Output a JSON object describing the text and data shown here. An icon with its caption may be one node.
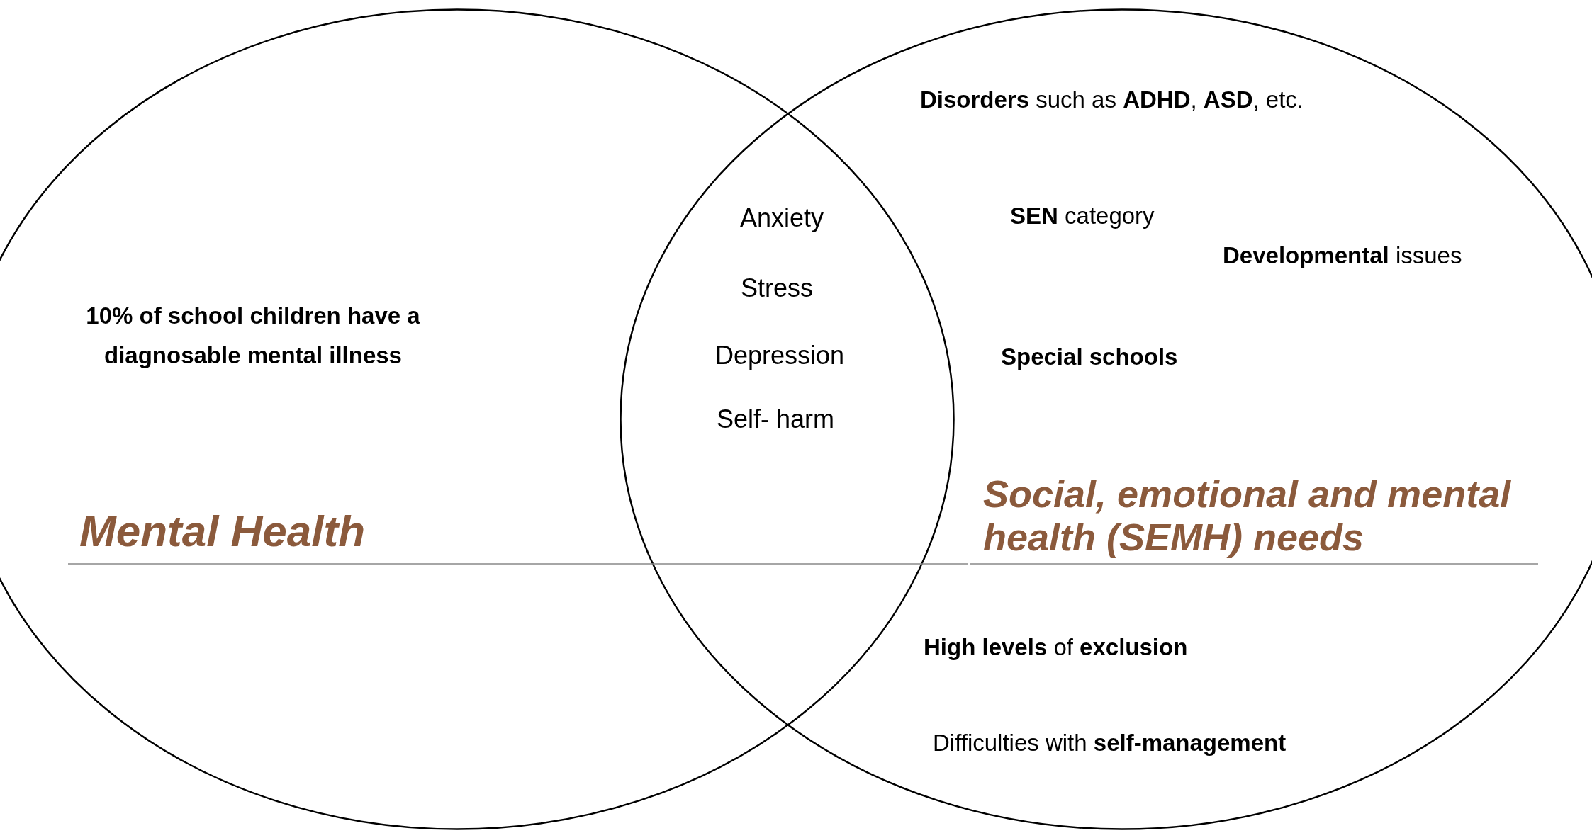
{
  "diagram": {
    "nodes": [
      {
        "text": [
          "10% of school children have a diagnosable mental illness",
          "Mental Health"
        ]
      },
      {
        "text": [
          "**Disorders** such as **ADHD**, **ASD**, etc.",
          "**SEN** category",
          "**Developmental** issues",
          "**Special schools**",
          "Social, emotional and mental health (SEMH) needs",
          "**High levels** of **exclusion**",
          "Difficulties with **self-management**"
        ]
      }
    ],
    "edges": [],
    "labels": [
      "Anxiety",
      "Stress",
      "Depression",
      "Self- harm"
    ]
  }
}
